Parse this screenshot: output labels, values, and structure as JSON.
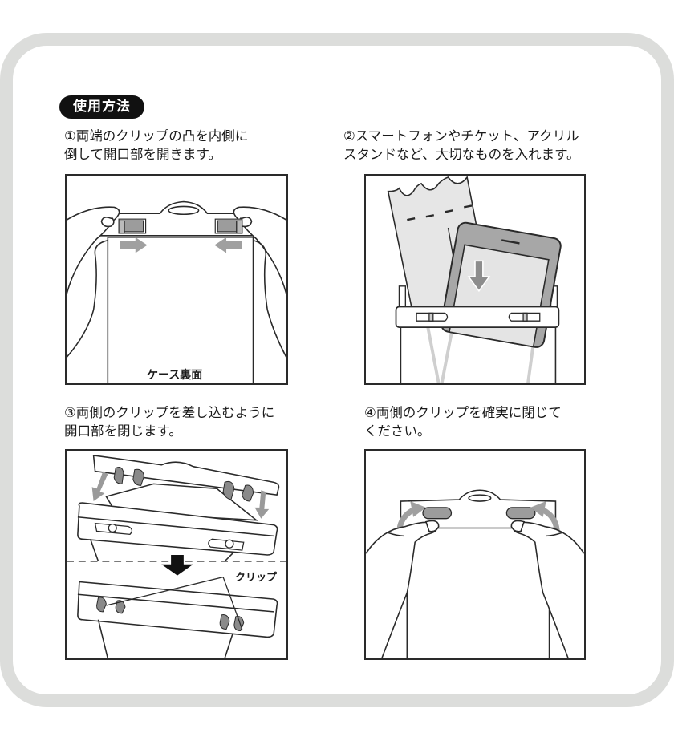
{
  "header": {
    "badge": "使用方法"
  },
  "steps": [
    {
      "number": "①",
      "line1": "①両端のクリップの凸を内側に",
      "line2": "倒して開口部を開きます。",
      "illustration": "hands-opening-clips",
      "label": "ケース裏面"
    },
    {
      "number": "②",
      "line1": "②スマートフォンやチケット、アクリル",
      "line2": "スタンドなど、大切なものを入れます。",
      "illustration": "inserting-phone-and-ticket"
    },
    {
      "number": "③",
      "line1": "③両側のクリップを差し込むように",
      "line2": "開口部を閉じます。",
      "illustration": "closing-clips",
      "label": "クリップ"
    },
    {
      "number": "④",
      "line1": "④両側のクリップを確実に閉じて",
      "line2": "ください。",
      "illustration": "hands-locking-clips"
    }
  ],
  "colors": {
    "frame": "#dcdddb",
    "badge": "#111111",
    "arrow": "#a0a0a0",
    "line": "#2a2a2a"
  }
}
